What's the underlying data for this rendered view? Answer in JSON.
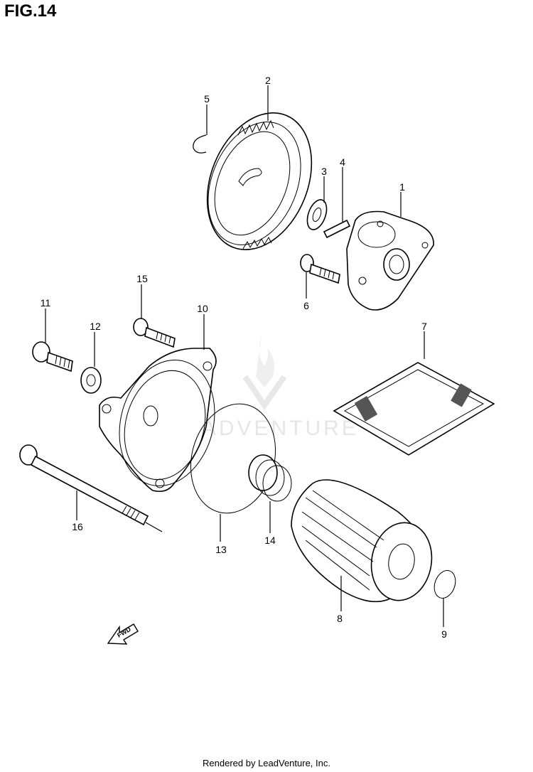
{
  "figure": {
    "title": "FIG.14",
    "footer": "Rendered by LeadVenture, Inc.",
    "watermark": "LEADVENTURE",
    "fwd_label": "FWD"
  },
  "callouts": [
    {
      "id": "1",
      "label": "1"
    },
    {
      "id": "2",
      "label": "2"
    },
    {
      "id": "3",
      "label": "3"
    },
    {
      "id": "4",
      "label": "4"
    },
    {
      "id": "5",
      "label": "5"
    },
    {
      "id": "6",
      "label": "6"
    },
    {
      "id": "7",
      "label": "7"
    },
    {
      "id": "8",
      "label": "8"
    },
    {
      "id": "9",
      "label": "9"
    },
    {
      "id": "10",
      "label": "10"
    },
    {
      "id": "11",
      "label": "11"
    },
    {
      "id": "12",
      "label": "12"
    },
    {
      "id": "13",
      "label": "13"
    },
    {
      "id": "14",
      "label": "14"
    },
    {
      "id": "15",
      "label": "15"
    },
    {
      "id": "16",
      "label": "16"
    }
  ],
  "colors": {
    "line": "#000000",
    "watermark": "#e6e6e6"
  }
}
